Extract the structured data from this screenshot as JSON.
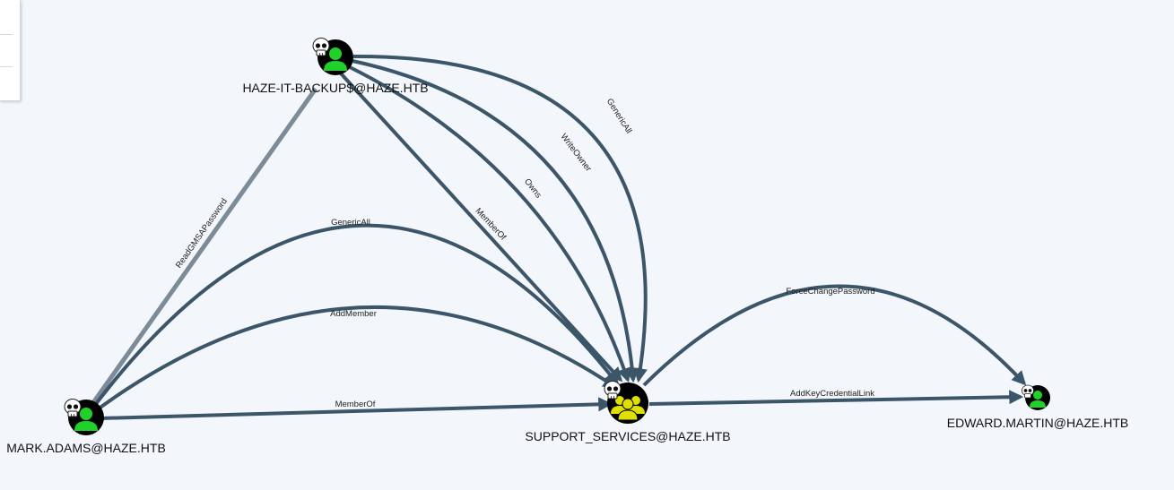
{
  "colors": {
    "background": "#f3f6fa",
    "edge": "#3b5569",
    "edge_light": "#7b8b98",
    "user_icon": "#1fd12a",
    "group_icon": "#dfe000",
    "node_fill": "#000000"
  },
  "nodes": {
    "haze_it_backup": {
      "label": "HAZE-IT-BACKUP$@HAZE.HTB",
      "type": "user",
      "owned": true,
      "icon": "user-icon"
    },
    "mark_adams": {
      "label": "MARK.ADAMS@HAZE.HTB",
      "type": "user",
      "owned": true,
      "icon": "user-icon"
    },
    "support_services": {
      "label": "SUPPORT_SERVICES@HAZE.HTB",
      "type": "group",
      "owned": true,
      "icon": "group-icon"
    },
    "edward_martin": {
      "label": "EDWARD.MARTIN@HAZE.HTB",
      "type": "user",
      "owned": true,
      "icon": "user-icon"
    }
  },
  "edges": [
    {
      "id": "e1",
      "label": "ReadGMSAPassword",
      "from": "HAZE-IT-BACKUP$@HAZE.HTB",
      "to": "MARK.ADAMS@HAZE.HTB"
    },
    {
      "id": "e2",
      "label": "GenericAll",
      "from": "MARK.ADAMS@HAZE.HTB",
      "to": "SUPPORT_SERVICES@HAZE.HTB"
    },
    {
      "id": "e3",
      "label": "AddMember",
      "from": "MARK.ADAMS@HAZE.HTB",
      "to": "SUPPORT_SERVICES@HAZE.HTB"
    },
    {
      "id": "e4",
      "label": "MemberOf",
      "from": "MARK.ADAMS@HAZE.HTB",
      "to": "SUPPORT_SERVICES@HAZE.HTB"
    },
    {
      "id": "e5",
      "label": "MemberOf",
      "from": "HAZE-IT-BACKUP$@HAZE.HTB",
      "to": "SUPPORT_SERVICES@HAZE.HTB"
    },
    {
      "id": "e6",
      "label": "Owns",
      "from": "HAZE-IT-BACKUP$@HAZE.HTB",
      "to": "SUPPORT_SERVICES@HAZE.HTB"
    },
    {
      "id": "e7",
      "label": "WriteOwner",
      "from": "HAZE-IT-BACKUP$@HAZE.HTB",
      "to": "SUPPORT_SERVICES@HAZE.HTB"
    },
    {
      "id": "e8",
      "label": "GenericAll",
      "from": "HAZE-IT-BACKUP$@HAZE.HTB",
      "to": "SUPPORT_SERVICES@HAZE.HTB"
    },
    {
      "id": "e9",
      "label": "ForceChangePassword",
      "from": "SUPPORT_SERVICES@HAZE.HTB",
      "to": "EDWARD.MARTIN@HAZE.HTB"
    },
    {
      "id": "e10",
      "label": "AddKeyCredentialLink",
      "from": "SUPPORT_SERVICES@HAZE.HTB",
      "to": "EDWARD.MARTIN@HAZE.HTB"
    }
  ]
}
